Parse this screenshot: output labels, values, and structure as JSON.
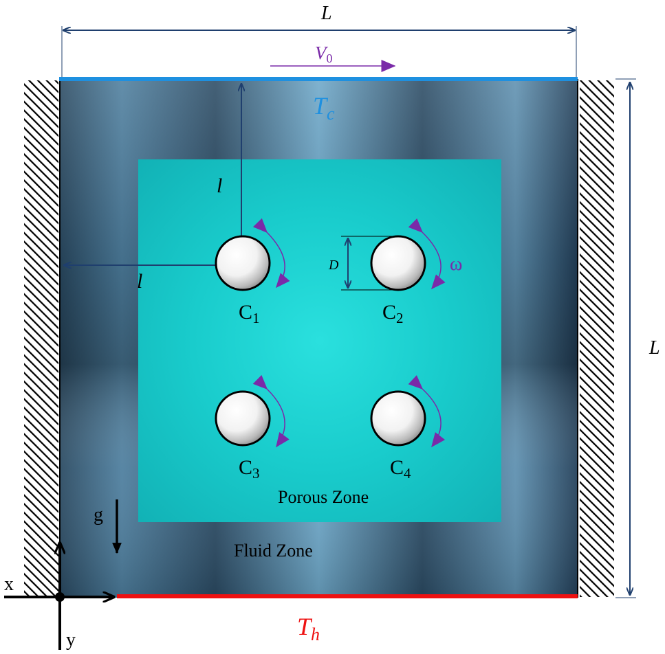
{
  "labels": {
    "top_length": "L",
    "right_length": "L",
    "lid_velocity": "V",
    "lid_velocity_sub": "0",
    "cold_temp": "T",
    "cold_temp_sub": "c",
    "hot_temp": "T",
    "hot_temp_sub": "h",
    "offset_vertical": "l",
    "offset_horizontal": "l",
    "diameter": "D",
    "rotation": "ω",
    "cylinder_1": "C",
    "cylinder_1_sub": "1",
    "cylinder_2": "C",
    "cylinder_2_sub": "2",
    "cylinder_3": "C",
    "cylinder_3_sub": "3",
    "cylinder_4": "C",
    "cylinder_4_sub": "4",
    "porous_zone": "Porous Zone",
    "fluid_zone": "Fluid Zone",
    "gravity": "g",
    "axis_x": "x",
    "axis_y": "y"
  },
  "colors": {
    "dimension": "#1f3f6e",
    "cold_wall": "#1e90e0",
    "hot_wall": "#ee1111",
    "rotation_arrow": "#7a2aa8",
    "porous": "#16c9c9",
    "fluid_dark": "#1d3346",
    "fluid_light": "#6fa7c8"
  }
}
